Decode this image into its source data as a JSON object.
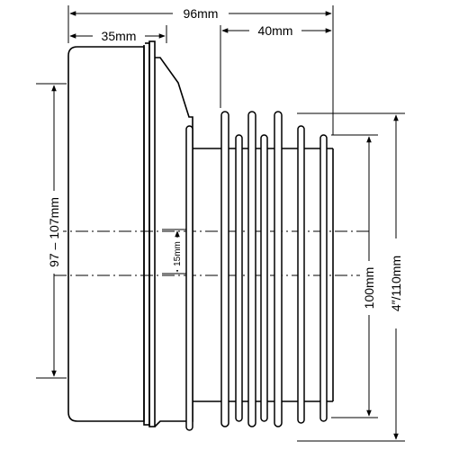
{
  "labels": {
    "overall_width": "96mm",
    "collar_width": "35mm",
    "ribbed_length": "40mm",
    "socket_range": "97 – 107mm",
    "offset": "15mm",
    "spigot_diameter": "100mm",
    "outer_diameter": "4″/110mm"
  },
  "colors": {
    "line": "#000000",
    "background": "#ffffff"
  }
}
